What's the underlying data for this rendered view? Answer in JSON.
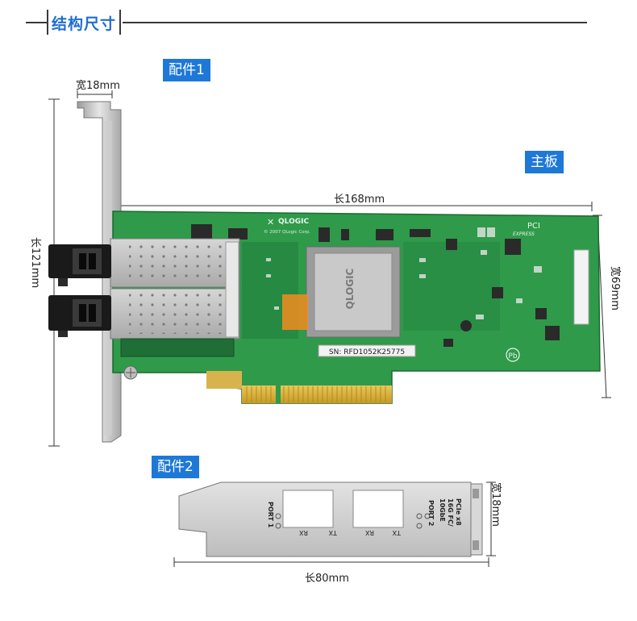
{
  "header": {
    "title": "结构尺寸"
  },
  "labels": {
    "part1": "配件1",
    "part2": "配件2",
    "mainboard": "主板"
  },
  "dimensions": {
    "bracket1_width": "宽18mm",
    "board_length": "长168mm",
    "board_height": "长121mm",
    "board_width": "宽69mm",
    "bracket2_width": "宽18mm",
    "bracket2_length": "长80mm"
  },
  "board_print": {
    "brand": "QLOGIC",
    "copyright": "© 2007 QLogic Corp.",
    "chip": "QLOGIC",
    "serial": "SN: RFD1052K25775",
    "pci": "PCI",
    "express": "EXPRESS",
    "pb": "Pb"
  },
  "bracket2_print": {
    "port1": "PORT 1",
    "port2": "PORT 2",
    "pcie": "PCIe x8",
    "fc": "16G FC/",
    "dbe": "10GbE",
    "rx1": "RX",
    "tx1": "TX",
    "rx2": "RX",
    "tx2": "TX"
  },
  "colors": {
    "accent": "#1e78d7",
    "pcb": "#2f9a4a",
    "gold": "#d8b23a"
  }
}
